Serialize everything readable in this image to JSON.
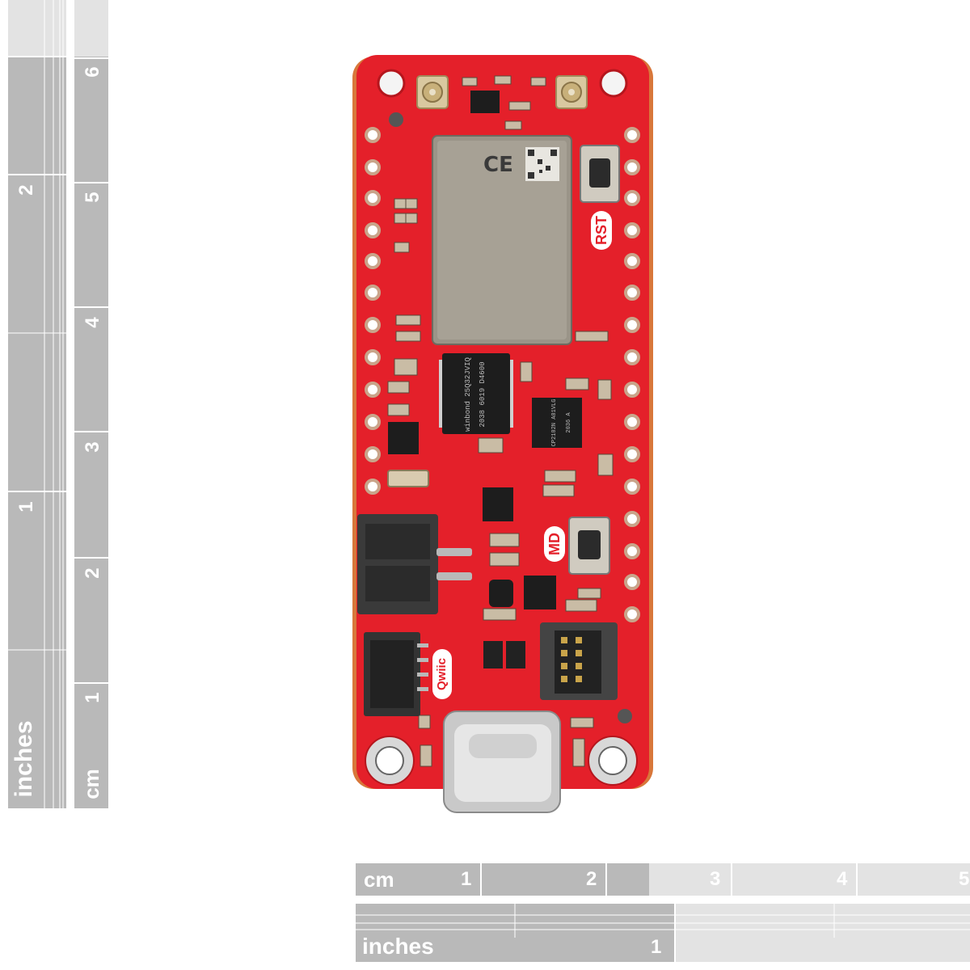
{
  "vertical_ruler": {
    "unit_inches": "inches",
    "unit_cm": "cm",
    "inch_labels": [
      "1",
      "2"
    ],
    "cm_labels": [
      "1",
      "2",
      "3",
      "4",
      "5",
      "6"
    ]
  },
  "horizontal_ruler": {
    "unit_cm": "cm",
    "unit_inches": "inches",
    "cm_labels": [
      "1",
      "2",
      "3",
      "4",
      "5"
    ],
    "inch_labels": [
      "1"
    ]
  },
  "board": {
    "silkscreen_rst": "RST",
    "silkscreen_md": "MD",
    "silkscreen_qwiic": "Qwiic",
    "flash_chip_text": "winbond 25Q32JVIQ 2038 6019 D4600",
    "usb_chip_text": "CP2102N A01VLG 2036 A",
    "colors": {
      "pcb": "#e4202a",
      "module": "#9a9488",
      "chip": "#1d1d1d"
    }
  }
}
